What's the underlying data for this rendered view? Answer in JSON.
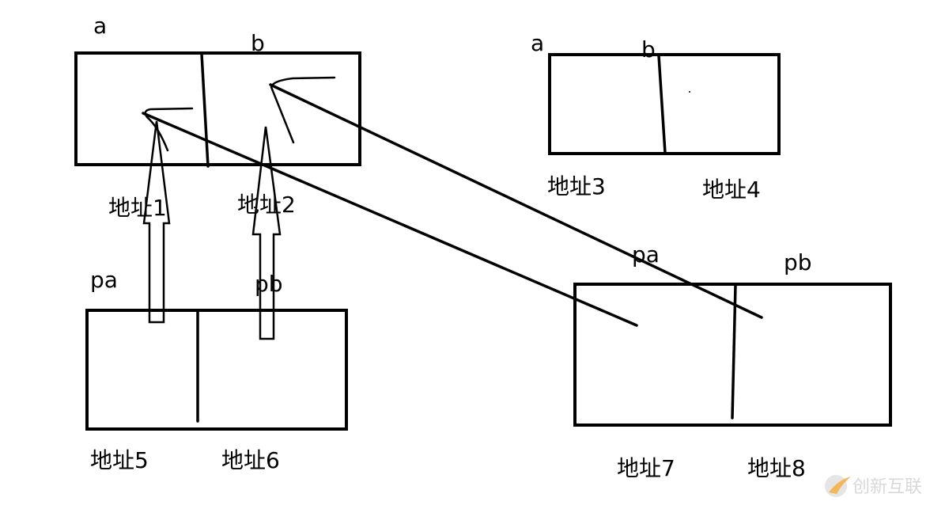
{
  "diagram": {
    "top_left": {
      "left_label": "a",
      "right_label": "b",
      "addr_left": "地址1",
      "addr_right": "地址2"
    },
    "top_right": {
      "left_label": "a",
      "right_label": "b",
      "addr_left": "地址3",
      "addr_right": "地址4"
    },
    "bottom_left": {
      "left_label": "pa",
      "right_label": "pb",
      "addr_left": "地址5",
      "addr_right": "地址6"
    },
    "bottom_right": {
      "left_label": "pa",
      "right_label": "pb",
      "addr_left": "地址7",
      "addr_right": "地址8"
    }
  },
  "watermark": "创新互联"
}
